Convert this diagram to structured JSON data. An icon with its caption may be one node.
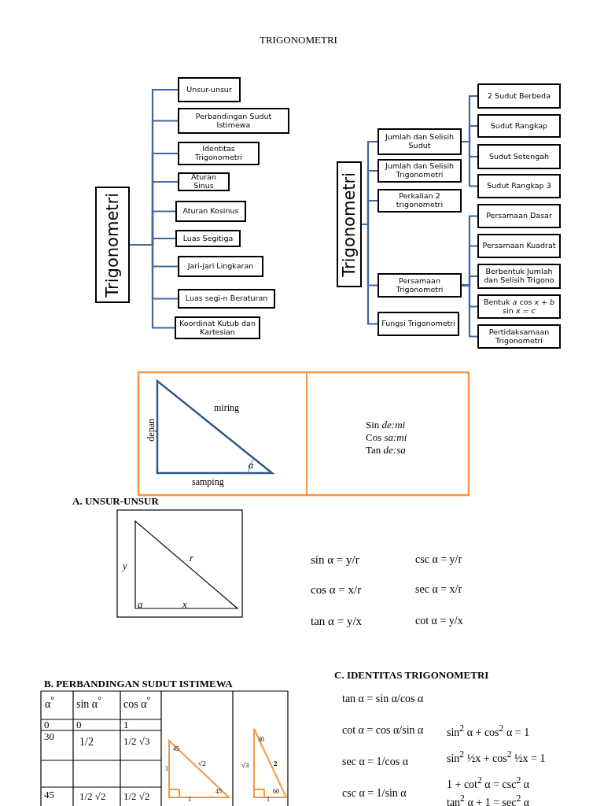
{
  "diagram": {
    "nodes": [
      {
        "text": [
          "Trigonometri"
        ]
      },
      {
        "text": [
          "Unsur-unsur"
        ]
      },
      {
        "text": [
          "Perbandingan Sudut Istimewa"
        ]
      },
      {
        "text": [
          "Identitas Trigonometri"
        ]
      },
      {
        "text": [
          "Aturan Sinus"
        ]
      },
      {
        "text": [
          "Aturan Kosinus"
        ]
      },
      {
        "text": [
          "Luas Segitiga"
        ]
      },
      {
        "text": [
          "Jari-jari Lingkaran"
        ]
      },
      {
        "text": [
          "Luas segi-n Beraturan"
        ]
      },
      {
        "text": [
          "Koordinat Kutub dan Kartesian"
        ]
      },
      {
        "text": [
          "Trigonometri"
        ]
      },
      {
        "text": [
          "Jumlah dan Selisih Sudut"
        ]
      },
      {
        "text": [
          "Jumlah dan Selisih Trigonometri"
        ]
      },
      {
        "text": [
          "Perkalian 2 trigonometri"
        ]
      },
      {
        "text": [
          "Persamaan Trigonometri"
        ]
      },
      {
        "text": [
          "Fungsi Trigonometri"
        ]
      },
      {
        "text": [
          "2 Sudut Berbeda"
        ]
      },
      {
        "text": [
          "Sudut Rangkap"
        ]
      },
      {
        "text": [
          "Sudut Setengah"
        ]
      },
      {
        "text": [
          "Sudut Rangkap 3"
        ]
      },
      {
        "text": [
          "Persamaan Dasar"
        ]
      },
      {
        "text": [
          "Persamaan Kuadrat"
        ]
      },
      {
        "text": [
          "Berbentuk Jumlah dan Selisih Trigono"
        ]
      },
      {
        "text": [
          "Bentuk *a* cos *x* + *b* sin *x* = *c*"
        ]
      },
      {
        "text": [
          "Pertidaksamaan Trigonometri"
        ]
      }
    ],
    "edges": [
      {
        "from": 0,
        "to": 1,
        "arrow": "none"
      },
      {
        "from": 0,
        "to": 2,
        "arrow": "none"
      },
      {
        "from": 0,
        "to": 3,
        "arrow": "none"
      },
      {
        "from": 0,
        "to": 4,
        "arrow": "none"
      },
      {
        "from": 0,
        "to": 5,
        "arrow": "none"
      },
      {
        "from": 0,
        "to": 6,
        "arrow": "none"
      },
      {
        "from": 0,
        "to": 7,
        "arrow": "none"
      },
      {
        "from": 0,
        "to": 8,
        "arrow": "none"
      },
      {
        "from": 0,
        "to": 9,
        "arrow": "none"
      },
      {
        "from": 10,
        "to": 11,
        "arrow": "none"
      },
      {
        "from": 10,
        "to": 12,
        "arrow": "none"
      },
      {
        "from": 10,
        "to": 13,
        "arrow": "none"
      },
      {
        "from": 10,
        "to": 14,
        "arrow": "none"
      },
      {
        "from": 10,
        "to": 15,
        "arrow": "none"
      },
      {
        "from": 11,
        "to": 16,
        "arrow": "none"
      },
      {
        "from": 11,
        "to": 17,
        "arrow": "none"
      },
      {
        "from": 11,
        "to": 18,
        "arrow": "none"
      },
      {
        "from": 11,
        "to": 19,
        "arrow": "none"
      },
      {
        "from": 14,
        "to": 20,
        "arrow": "none"
      },
      {
        "from": 14,
        "to": 21,
        "arrow": "none"
      },
      {
        "from": 14,
        "to": 22,
        "arrow": "none"
      },
      {
        "from": 14,
        "to": 23,
        "arrow": "none"
      },
      {
        "from": 14,
        "to": 24,
        "arrow": "none"
      }
    ],
    "labels": [
      "TRIGONOMETRI",
      "miring",
      "depan",
      "α",
      "samping",
      "Sin *de:mi*",
      "Cos *sa:mi*",
      "Tan *de:sa*",
      "A. UNSUR-UNSUR",
      "y",
      "r",
      "a",
      "x",
      "sin α = y/r",
      "csc α = y/r",
      "cos α = x/r",
      "sec α = x/r",
      "tan α = y/x",
      "cot α = y/x",
      "B. PERBANDINGAN SUDUT ISTIMEWA",
      "α$^{°}$",
      "sin α$^{°}$",
      "cos α$^{°}$",
      "0",
      "0",
      "1",
      "30",
      "1/2",
      "1/2 √3",
      "45",
      "1/2 √2",
      "1/2 √2",
      "45",
      "1",
      "√2",
      "45",
      "1",
      "30",
      "√3",
      "2",
      "60",
      "1",
      "C. IDENTITAS TRIGONOMETRI",
      "tan α = sin α/cos α",
      "cot α = cos α/sin α",
      "sin$^{2}$ α + cos$^{2}$ α = 1",
      "sec α = 1/cos α",
      "sin$^{2}$ ½x + cos$^{2}$ ½x = 1",
      "1 + cot$^{2}$ α = csc$^{2}$ α",
      "csc α = 1/sin α",
      "tan$^{2}$ α + 1 = sec$^{2}$ α"
    ]
  }
}
